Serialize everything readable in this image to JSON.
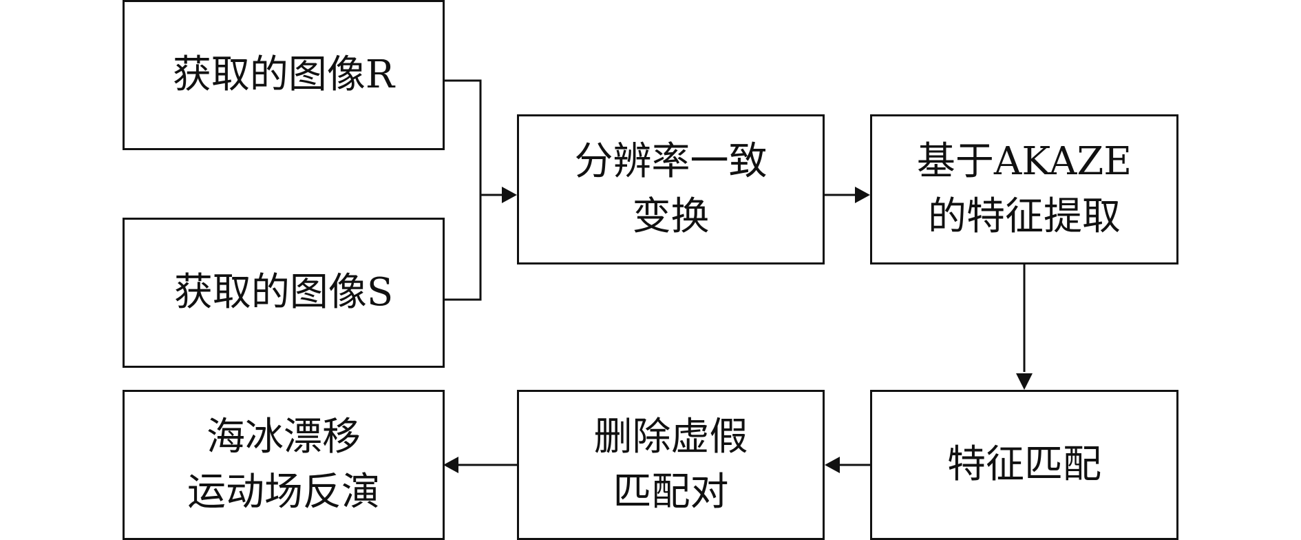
{
  "nodes": {
    "image_r": {
      "lines": [
        "获取的图像R"
      ]
    },
    "image_s": {
      "lines": [
        "获取的图像S"
      ]
    },
    "resolution": {
      "lines": [
        "分辨率一致",
        "变换"
      ]
    },
    "akaze": {
      "lines": [
        "基于AKAZE",
        "的特征提取"
      ]
    },
    "matching": {
      "lines": [
        "特征匹配"
      ]
    },
    "remove_false": {
      "lines": [
        "删除虚假",
        "匹配对"
      ]
    },
    "drift": {
      "lines": [
        "海冰漂移",
        "运动场反演"
      ]
    }
  },
  "colors": {
    "stroke": "#111111",
    "background": "#ffffff"
  }
}
